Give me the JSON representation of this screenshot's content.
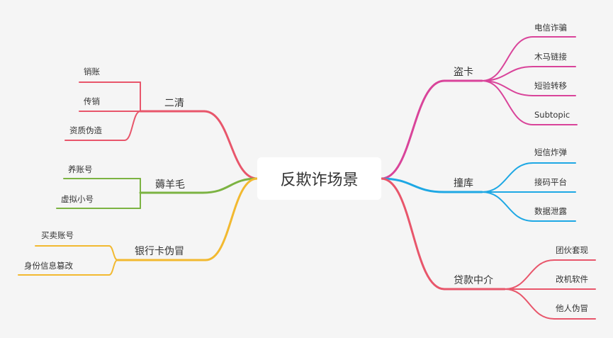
{
  "root": {
    "label": "反欺诈场景"
  },
  "branches": [
    {
      "id": "b1",
      "label": "二清",
      "color": "#e8566b",
      "children": [
        "销账",
        "传销",
        "资质伪造"
      ]
    },
    {
      "id": "b2",
      "label": "薅羊毛",
      "color": "#7cb342",
      "children": [
        "养账号",
        "虚拟小号"
      ]
    },
    {
      "id": "b3",
      "label": "银行卡伪冒",
      "color": "#f2b930",
      "children": [
        "买卖账号",
        "身份信息篡改"
      ]
    },
    {
      "id": "b4",
      "label": "盗卡",
      "color": "#d9449a",
      "children": [
        "电信诈骗",
        "木马链接",
        "短验转移",
        "Subtopic"
      ]
    },
    {
      "id": "b5",
      "label": "撞库",
      "color": "#1ea8e4",
      "children": [
        "短信炸弹",
        "接码平台",
        "数据泄露"
      ]
    },
    {
      "id": "b6",
      "label": "贷款中介",
      "color": "#e8566b",
      "children": [
        "团伙套现",
        "改机软件",
        "他人伪冒"
      ]
    }
  ]
}
